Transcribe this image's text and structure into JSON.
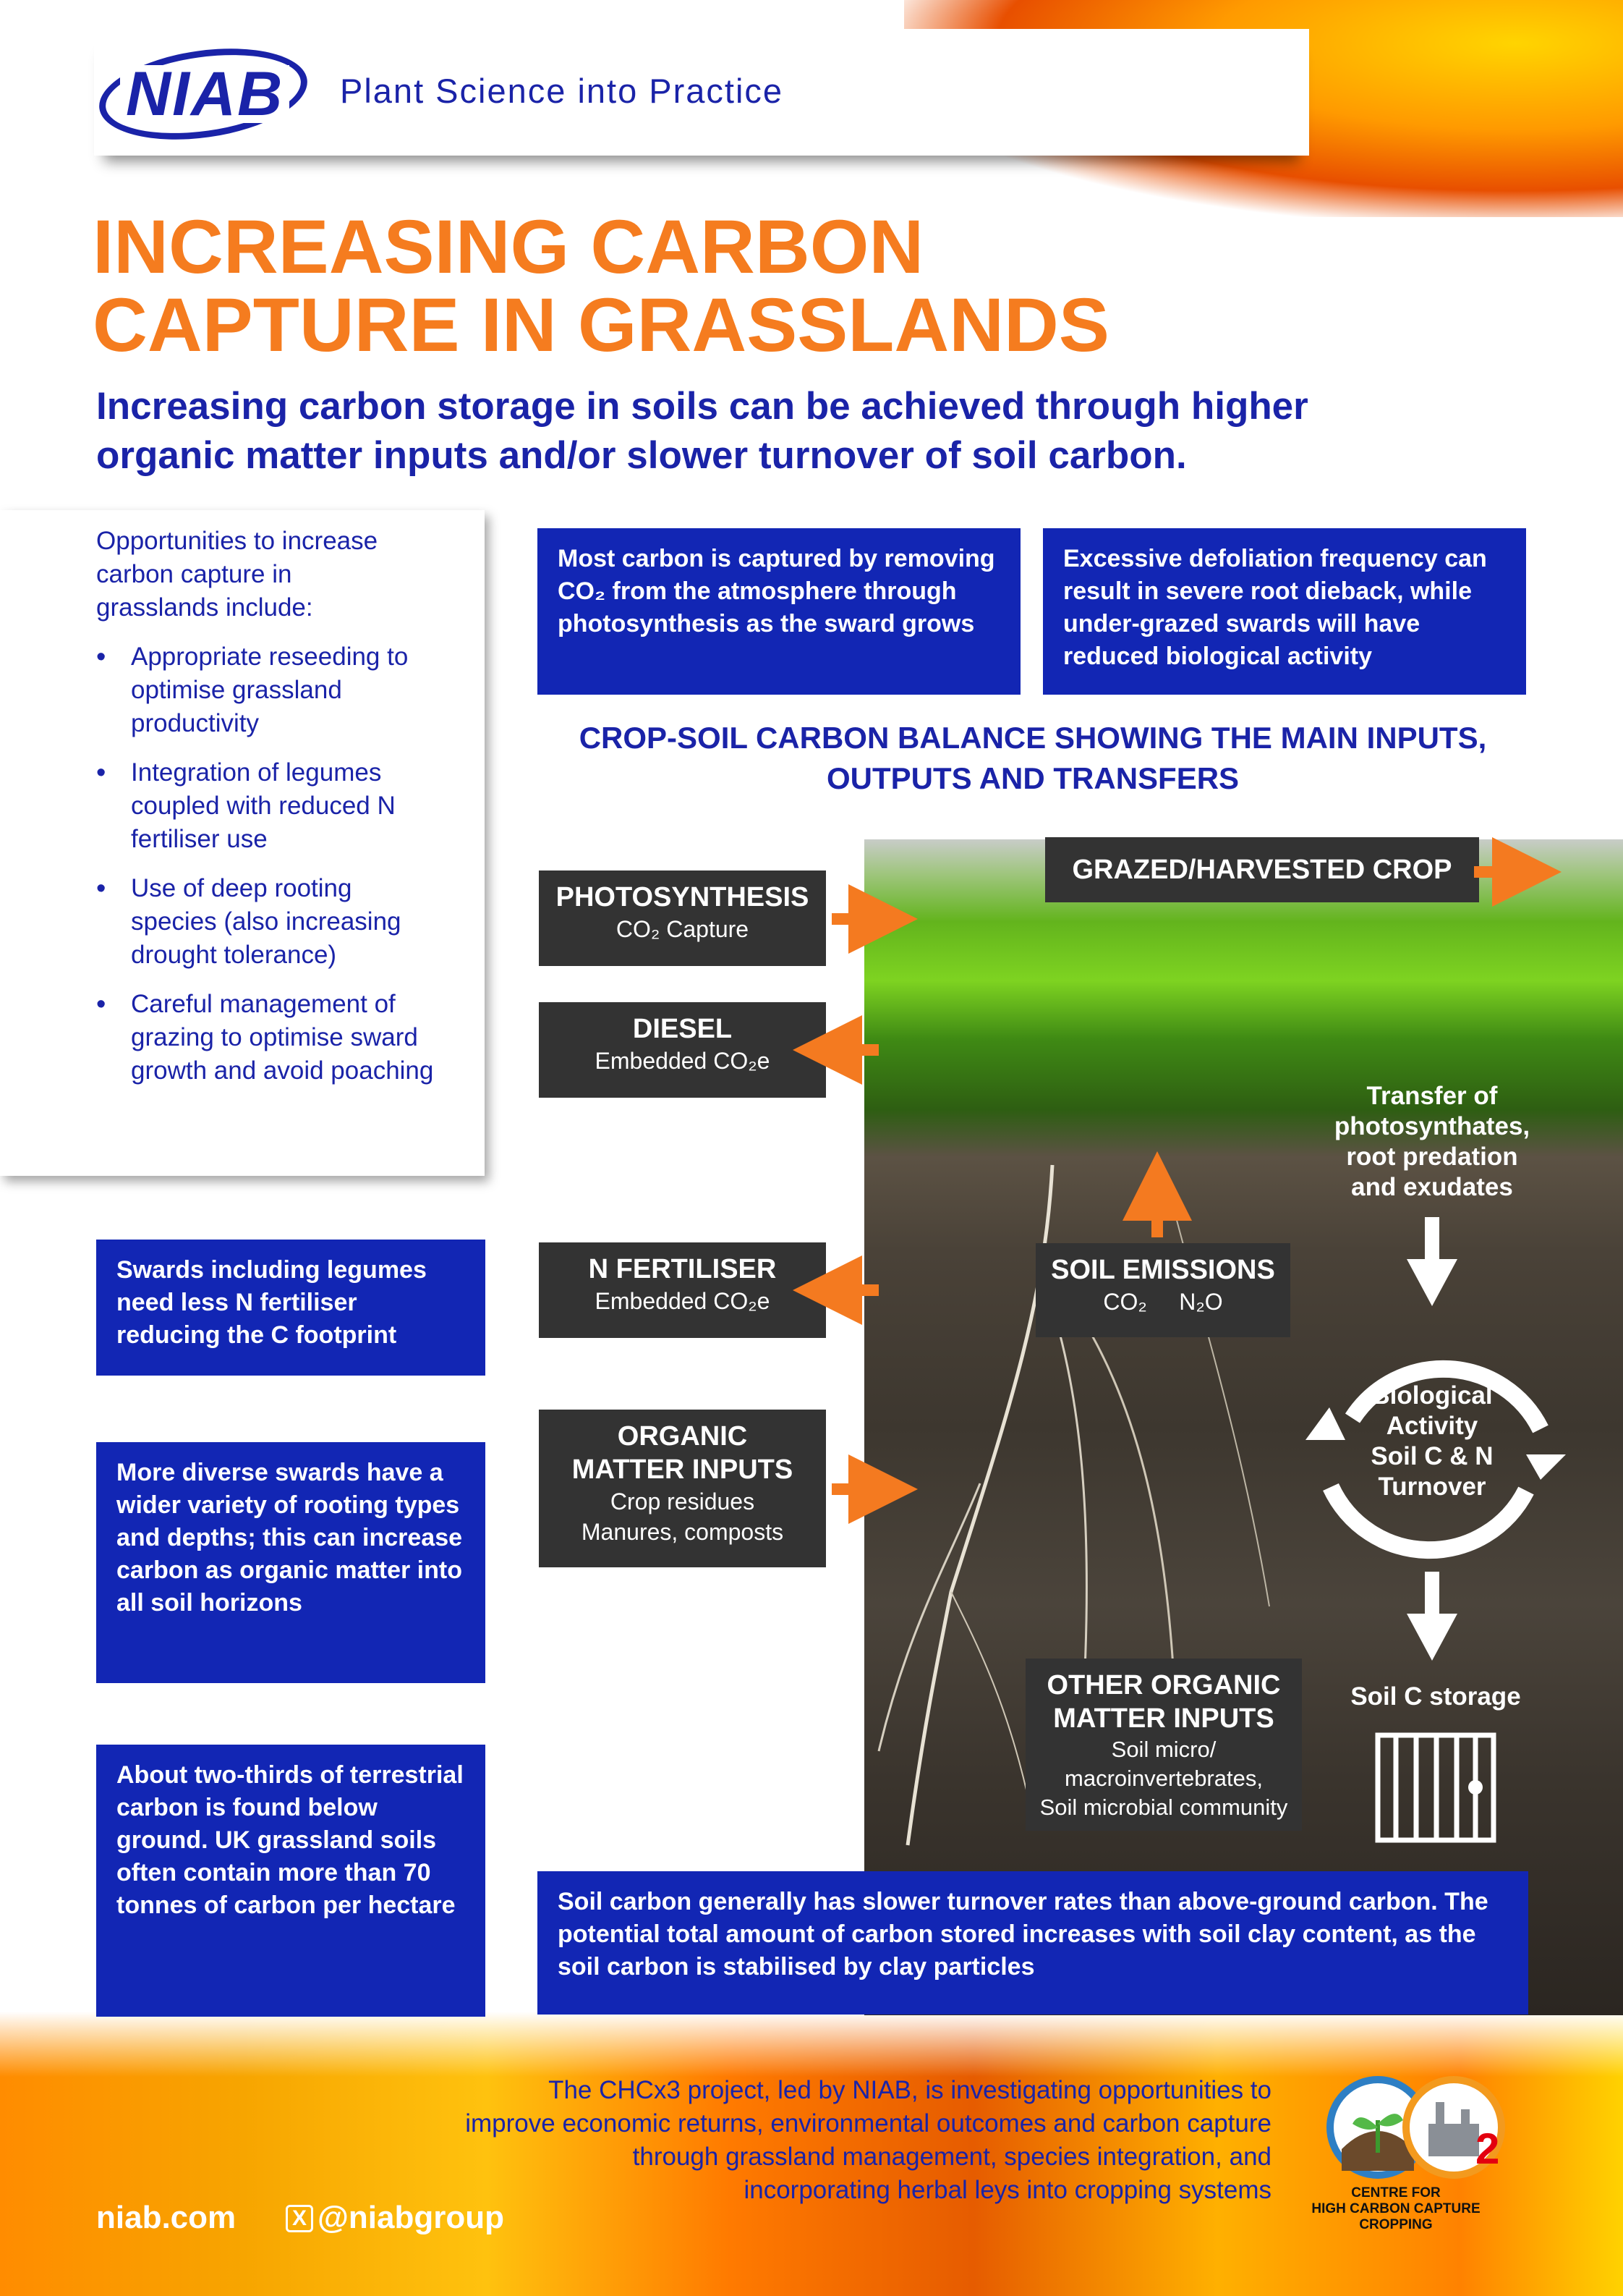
{
  "header": {
    "logo_text": "NIAB",
    "tagline": "Plant Science into Practice"
  },
  "title": {
    "line1": "INCREASING CARBON",
    "line2": "CAPTURE IN GRASSLANDS"
  },
  "subtitle": {
    "line1": "Increasing carbon storage in soils can be achieved through higher",
    "line2": "organic matter inputs and/or slower turnover of soil carbon."
  },
  "opportunities": {
    "intro": "Opportunities to increase carbon capture in grasslands include:",
    "items": [
      "Appropriate reseeding to optimise grassland productivity",
      "Integration of legumes coupled with reduced N fertiliser use",
      "Use of deep rooting species (also increasing drought tolerance)",
      "Careful management of grazing to optimise sward growth and avoid poaching"
    ]
  },
  "side_boxes": {
    "legumes": "Swards including legumes need less N fertiliser reducing the C footprint",
    "diverse": "More diverse swards have a wider variety of rooting types and depths; this can increase carbon as organic matter into all soil horizons",
    "two_thirds": "About two-thirds of terrestrial carbon is found below ground. UK grassland soils often contain more than 70 tonnes of carbon per hectare"
  },
  "top_boxes": {
    "most_carbon": "Most carbon is captured by removing CO₂ from the atmosphere through photosynthesis as the sward grows",
    "defoliation": "Excessive defoliation frequency can result in severe root dieback, while under-grazed swards will have reduced biological activity"
  },
  "diagram": {
    "title_line1": "CROP-SOIL CARBON BALANCE SHOWING THE MAIN INPUTS,",
    "title_line2": "OUTPUTS AND TRANSFERS",
    "photosynthesis": {
      "title": "PHOTOSYNTHESIS",
      "sub": "CO₂ Capture"
    },
    "diesel": {
      "title": "DIESEL",
      "sub": "Embedded CO₂e"
    },
    "n_fertiliser": {
      "title": "N FERTILISER",
      "sub": "Embedded CO₂e"
    },
    "organic_inputs": {
      "title_line1": "ORGANIC",
      "title_line2": "MATTER INPUTS",
      "sub_line1": "Crop residues",
      "sub_line2": "Manures, composts"
    },
    "grazed": "GRAZED/HARVESTED CROP",
    "soil_emissions": {
      "title": "SOIL EMISSIONS",
      "sub": "CO₂     N₂O"
    },
    "transfer": {
      "line1": "Transfer of",
      "line2": "photosynthates,",
      "line3": "root predation",
      "line4": "and exudates"
    },
    "biological": {
      "line1": "Biological",
      "line2": "Activity",
      "line3": "Soil C & N",
      "line4": "Turnover"
    },
    "soil_c_storage": "Soil C storage",
    "other_organic": {
      "title_line1": "OTHER ORGANIC",
      "title_line2": "MATTER INPUTS",
      "sub_line1": "Soil micro/",
      "sub_line2": "macroinvertebrates,",
      "sub_line3": "Soil microbial community"
    },
    "soil_carbon_note": "Soil carbon generally has slower turnover rates than above-ground carbon. The potential total amount of carbon stored increases with soil clay content, as the soil carbon is stabilised by clay particles"
  },
  "footer": {
    "project_line1": "The CHCx3 project, led by NIAB, is investigating opportunities to",
    "project_line2": "improve economic returns, environmental outcomes and carbon capture",
    "project_line3": "through grassland management, species integration, and",
    "project_line4": "incorporating herbal leys into cropping systems",
    "website": "niab.com",
    "social": "@niabgroup",
    "partner_line1": "CENTRE FOR",
    "partner_line2": "HIGH CARBON CAPTURE",
    "partner_line3": "CROPPING",
    "partner_superscript": "2"
  },
  "colors": {
    "navy": "#1a23a8",
    "box_blue": "#1226b4",
    "title_orange": "#f57c1f",
    "arrow_orange": "#f47a20",
    "dark_box": "#333333"
  },
  "icons": [
    "x-logo-icon",
    "orange-arrow-icon",
    "white-arrow-icon",
    "cycle-arrows-icon",
    "cage-icon"
  ]
}
